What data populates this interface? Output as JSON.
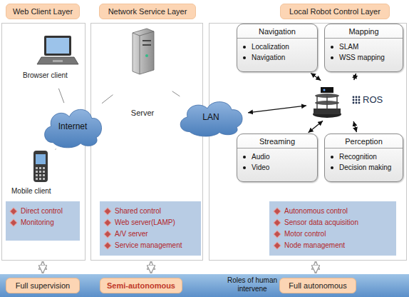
{
  "diagram": {
    "nodes": [
      {
        "text": [
          "Web Client Layer"
        ]
      },
      {
        "text": [
          "Network Service Layer"
        ]
      },
      {
        "text": [
          "Local Robot Control Layer"
        ]
      },
      {
        "text": [
          "Browser client"
        ],
        "in": 0
      },
      {
        "text": [
          "Mobile client"
        ],
        "in": 0
      },
      {
        "text": [
          "Internet"
        ]
      },
      {
        "text": [
          "Direct control",
          "Monitoring"
        ],
        "in": 0
      },
      {
        "text": [
          "Server"
        ],
        "in": 1
      },
      {
        "text": [
          "LAN"
        ]
      },
      {
        "text": [
          "Shared control",
          "Web server(LAMP)",
          "A/V server",
          "Service management"
        ],
        "in": 1
      },
      {
        "text": [
          "Navigation",
          "Localization",
          "Navigation"
        ],
        "in": 2
      },
      {
        "text": [
          "Mapping",
          "SLAM",
          "WSS mapping"
        ],
        "in": 2
      },
      {
        "text": [
          "ROS"
        ],
        "in": 2
      },
      {
        "text": [
          "Streaming",
          "Audio",
          "Video"
        ],
        "in": 2
      },
      {
        "text": [
          "Perception",
          "Recognition",
          "Decision making"
        ],
        "in": 2
      },
      {
        "text": [
          "Autonomous control",
          "Sensor data acquisition",
          "Motor control",
          "Node management"
        ],
        "in": 2
      },
      {
        "text": [
          "Roles of human intervene"
        ]
      },
      {
        "text": [
          "Full supervision"
        ],
        "in": 16
      },
      {
        "text": [
          "Semi-autonomous"
        ],
        "in": 16
      },
      {
        "text": [
          "Full autonomous"
        ],
        "in": 16
      }
    ],
    "edges": [
      {
        "from": 3,
        "to": 5,
        "arrow": "none"
      },
      {
        "from": 4,
        "to": 5,
        "arrow": "none"
      },
      {
        "from": 5,
        "to": 7,
        "arrow": "none"
      },
      {
        "from": 7,
        "to": 8,
        "arrow": "none"
      },
      {
        "from": 8,
        "to": 12,
        "arrow": "both"
      },
      {
        "from": 12,
        "to": 10,
        "arrow": "both"
      },
      {
        "from": 12,
        "to": 11,
        "arrow": "both"
      },
      {
        "from": 12,
        "to": 13,
        "arrow": "both"
      },
      {
        "from": 12,
        "to": 14,
        "arrow": "both"
      },
      {
        "from": 0,
        "to": 16,
        "arrow": "both"
      },
      {
        "from": 1,
        "to": 16,
        "arrow": "both"
      },
      {
        "from": 2,
        "to": 16,
        "arrow": "both"
      }
    ]
  }
}
